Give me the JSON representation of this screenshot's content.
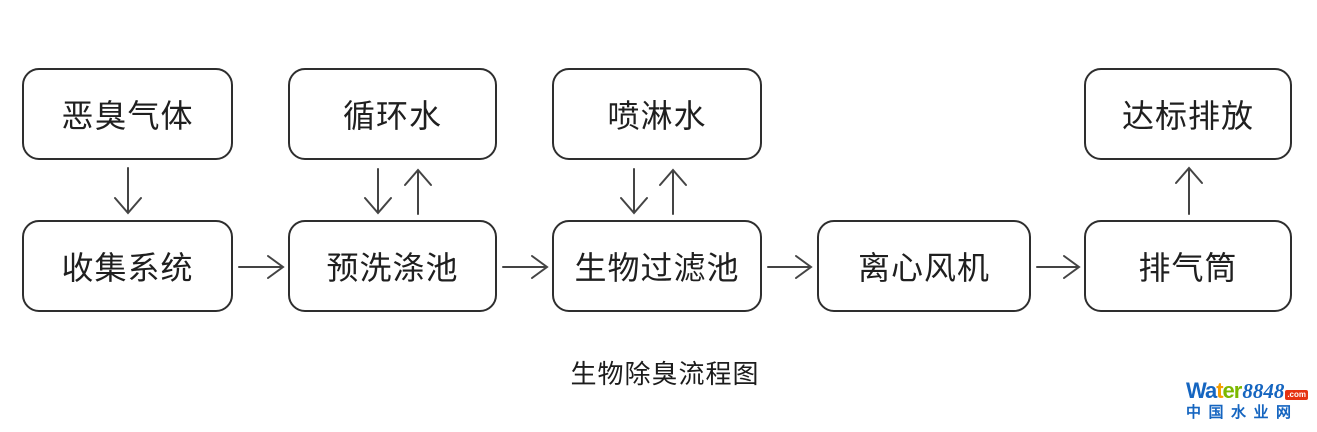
{
  "diagram": {
    "caption": "生物除臭流程图",
    "nodes": {
      "odor_gas": "恶臭气体",
      "circulating_water": "循环水",
      "spray_water": "喷淋水",
      "standard_discharge": "达标排放",
      "collection_system": "收集系统",
      "pre_wash_tank": "预洗涤池",
      "bio_filter_tank": "生物过滤池",
      "centrifugal_fan": "离心风机",
      "exhaust_stack": "排气筒"
    },
    "flow_main": [
      "收集系统",
      "预洗涤池",
      "生物过滤池",
      "离心风机",
      "排气筒"
    ],
    "flow_inputs": {
      "恶臭气体": "收集系统",
      "循环水": "预洗涤池 (双向)",
      "喷淋水": "生物过滤池 (双向)",
      "排气筒": "达标排放"
    }
  },
  "logo": {
    "brand_wa": "Wa",
    "brand_t": "t",
    "brand_er": "er",
    "brand_number": "8848",
    "brand_domain": ".com",
    "subtitle": "中国水业网"
  },
  "colors": {
    "box_border": "#2e2e2e",
    "arrow": "#444444",
    "logo_blue": "#1565c0",
    "logo_orange": "#f59e00",
    "logo_green": "#7cb800",
    "logo_red": "#e63312"
  }
}
